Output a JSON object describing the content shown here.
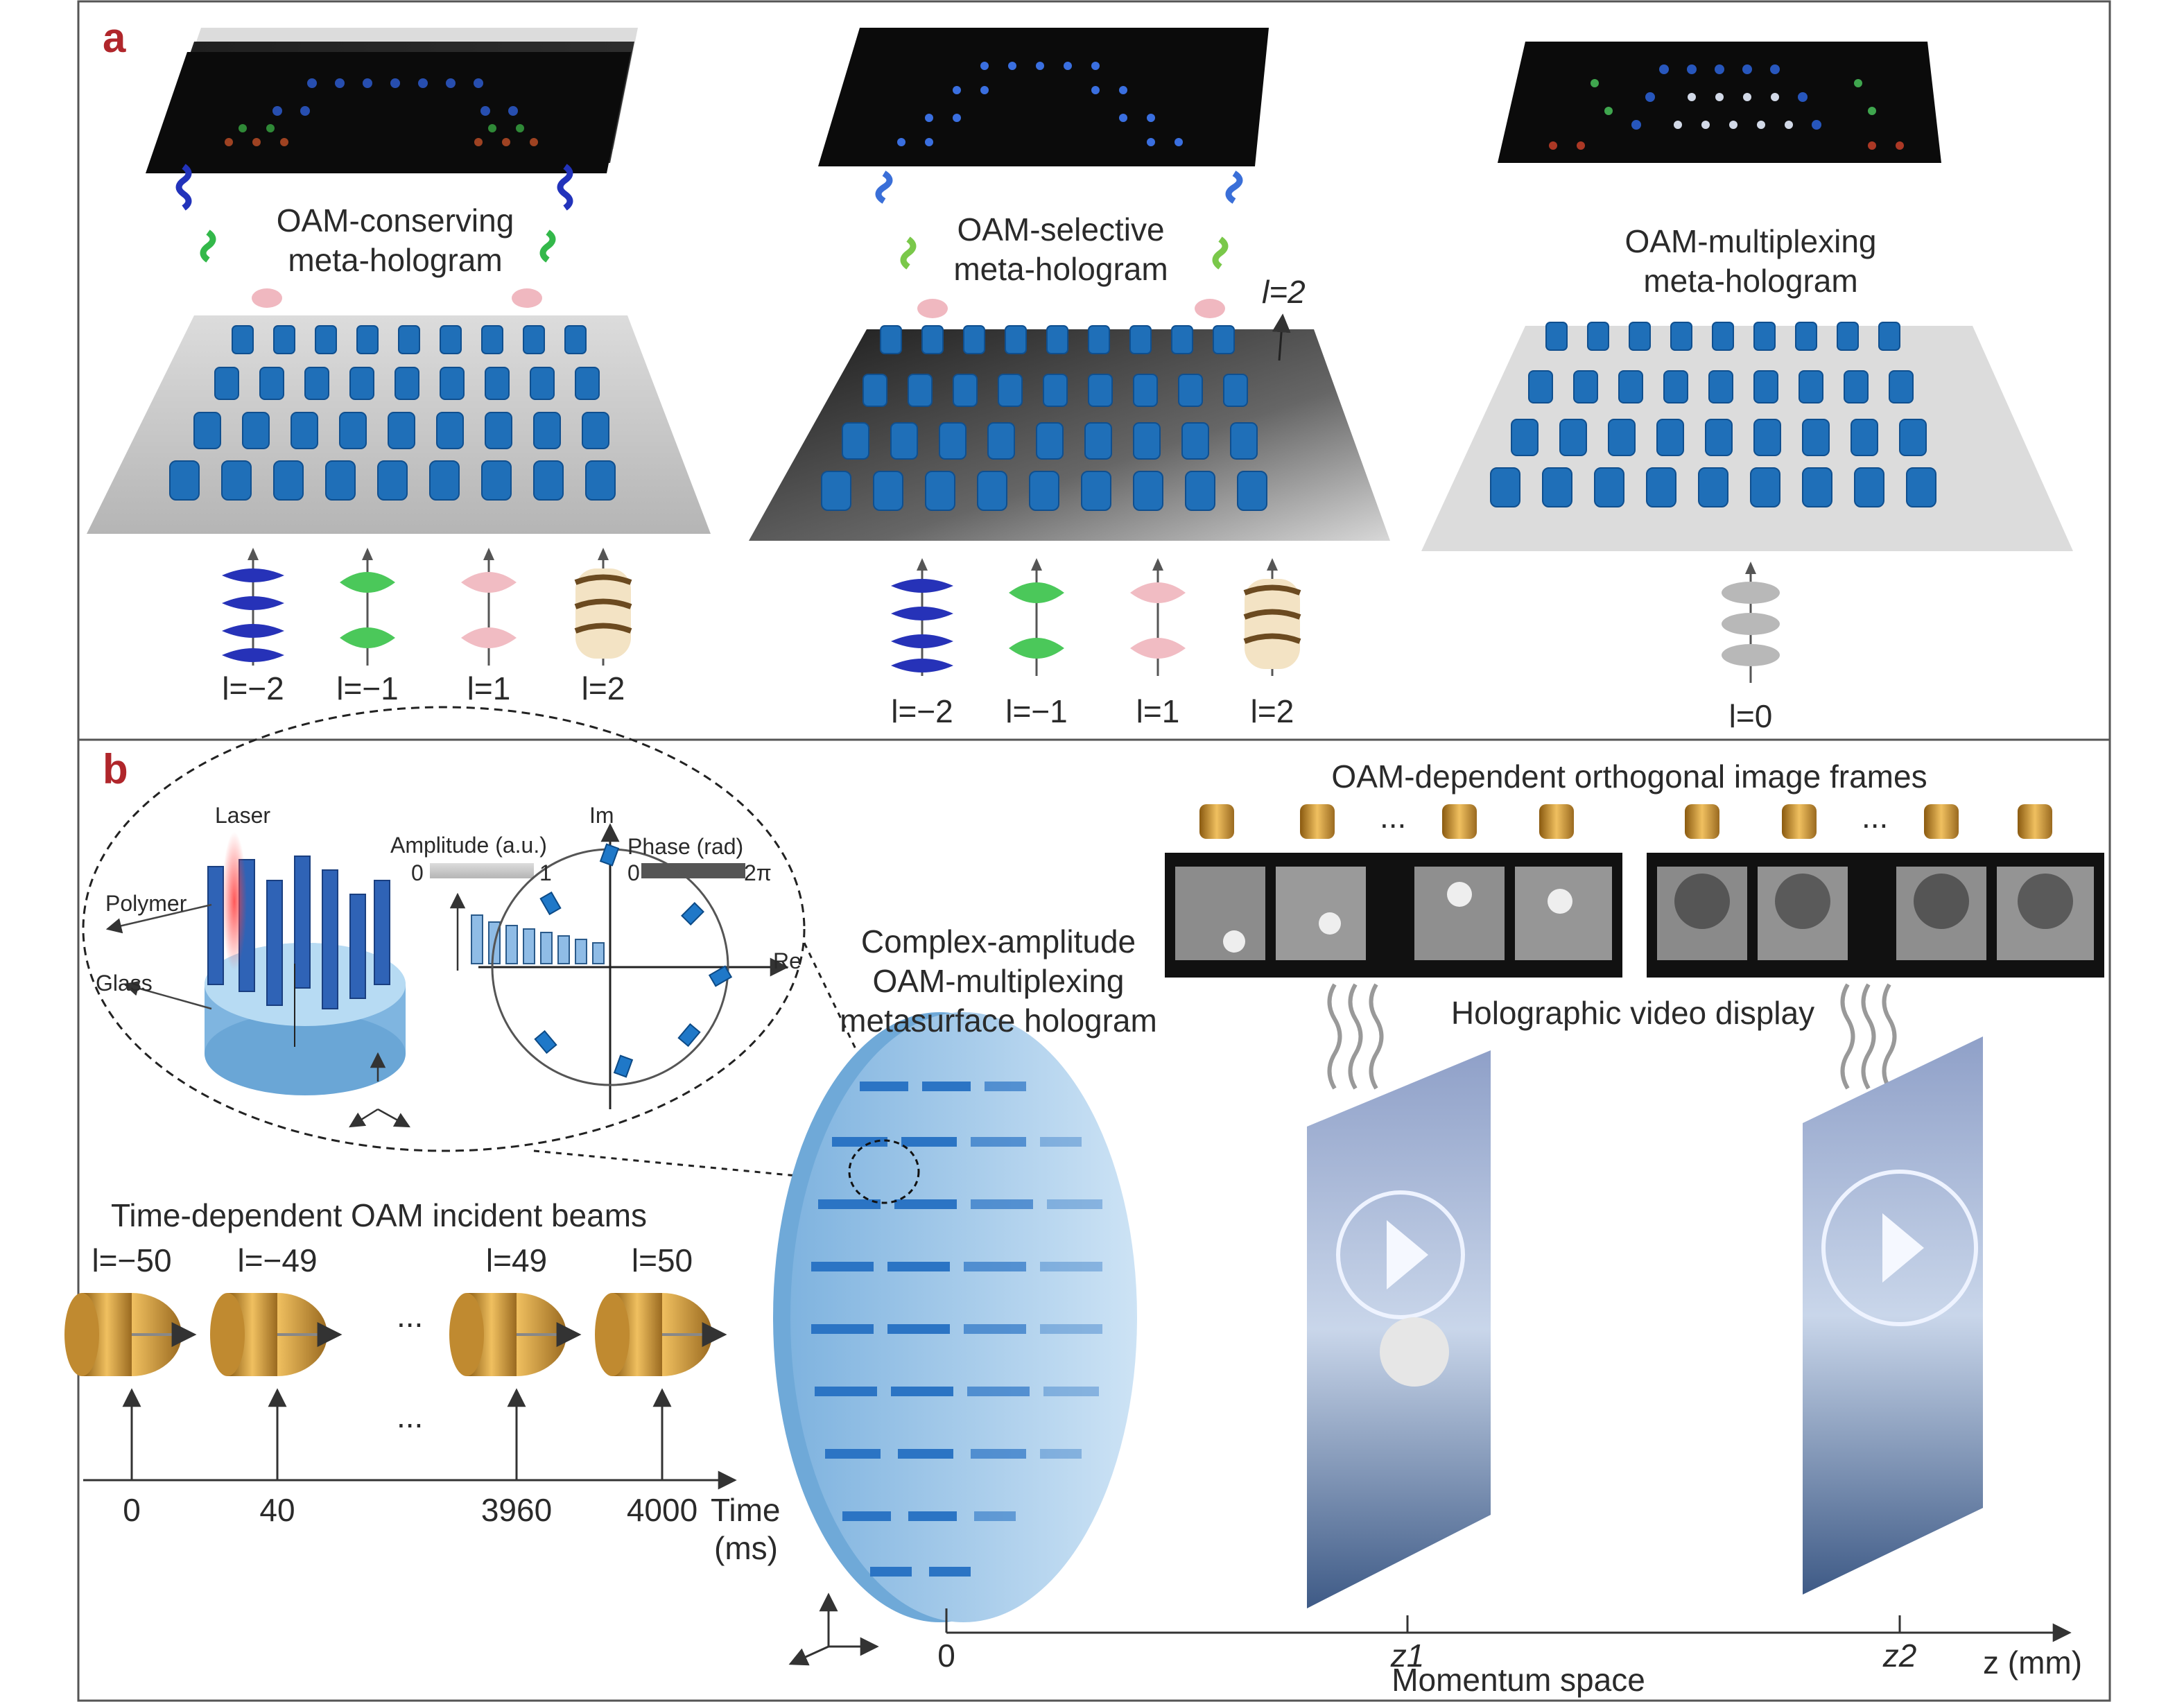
{
  "panel_a": {
    "letter": "a",
    "holograms": [
      {
        "title_line1": "OAM-conserving",
        "title_line2": "meta-hologram"
      },
      {
        "title_line1": "OAM-selective",
        "title_line2": "meta-hologram",
        "marker": "l=2"
      },
      {
        "title_line1": "OAM-multiplexing",
        "title_line2": "meta-hologram"
      }
    ],
    "mode_labels_1": [
      "l=−2",
      "l=−1",
      "l=1",
      "l=2"
    ],
    "mode_labels_2": [
      "l=−2",
      "l=−1",
      "l=1",
      "l=2"
    ],
    "mode_label_3": "l=0"
  },
  "panel_b": {
    "letter": "b",
    "inset": {
      "laser": "Laser",
      "polymer": "Polymer",
      "glass": "Glass",
      "amplitude_label": "Amplitude (a.u.)",
      "amp_min": "0",
      "amp_max": "1",
      "phase_label": "Phase (rad)",
      "phase_min": "0",
      "phase_max": "2π",
      "im": "Im",
      "re": "Re"
    },
    "device_title": [
      "Complex-amplitude",
      "OAM-multiplexing",
      "metasurface hologram"
    ],
    "time_title": "Time-dependent OAM incident beams",
    "beam_labels": [
      "l=−50",
      "l=−49",
      "l=49",
      "l=50"
    ],
    "time_ticks": [
      "0",
      "40",
      "3960",
      "4000"
    ],
    "time_axis": [
      "Time",
      "(ms)"
    ],
    "frames_title": "OAM-dependent orthogonal image frames",
    "video_label": "Holographic video display",
    "ellipsis": "...",
    "z_ticks": [
      "0",
      "z1",
      "z2"
    ],
    "z_axis": "z (mm)",
    "momentum": "Momentum space"
  },
  "colors": {
    "letter": "#b0262b",
    "pillar": "#1f6fb8",
    "plate": "#c9c9c9",
    "hologram_bg": "#0b0b0b"
  }
}
